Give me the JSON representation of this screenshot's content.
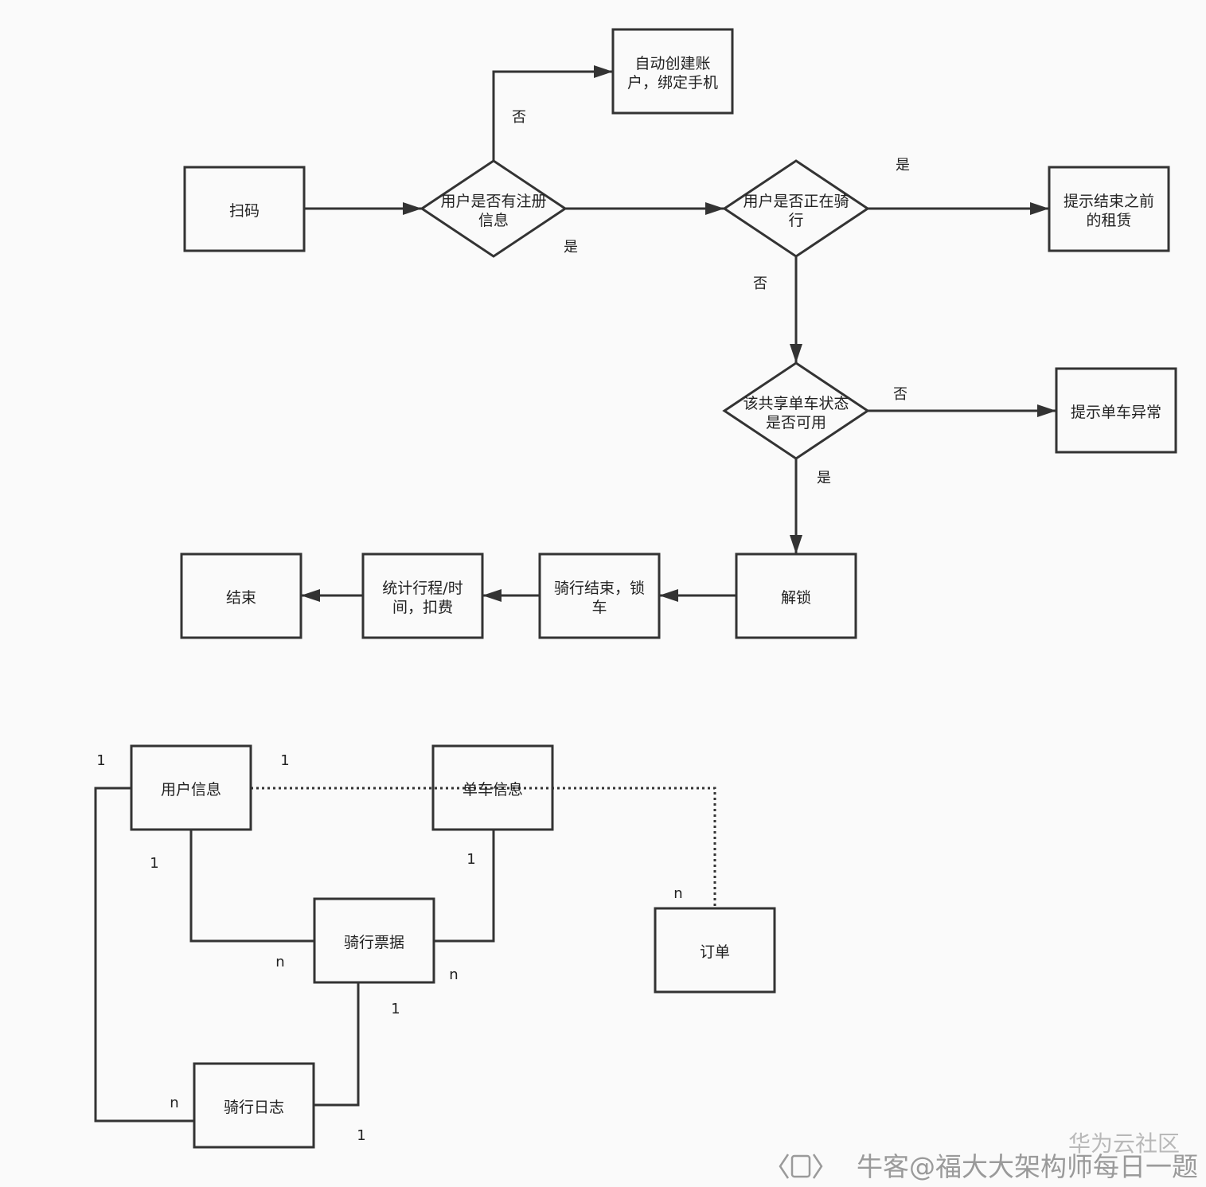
{
  "flowchart": {
    "nodes": {
      "scan": [
        "扫码"
      ],
      "registered": [
        "用户是否有注册",
        "信息"
      ],
      "create_account": [
        "自动创建账",
        "户，绑定手机"
      ],
      "riding": [
        "用户是否正在骑",
        "行"
      ],
      "prompt_prev": [
        "提示结束之前",
        "的租赁"
      ],
      "bike_ok": [
        "该共享单车状态",
        "是否可用"
      ],
      "prompt_abnormal": [
        "提示单车异常"
      ],
      "unlock": [
        "解锁"
      ],
      "ride_end": [
        "骑行结束，锁",
        "车"
      ],
      "stats": [
        "统计行程/时",
        "间，扣费"
      ],
      "end": [
        "结束"
      ]
    },
    "edge_labels": {
      "registered_no": "否",
      "registered_yes": "是",
      "riding_yes": "是",
      "riding_no": "否",
      "bike_no": "否",
      "bike_yes": "是"
    }
  },
  "er": {
    "entities": {
      "user_info": "用户信息",
      "bike_info": "单车信息",
      "ride_ticket": "骑行票据",
      "order": "订单",
      "ride_log": "骑行日志"
    },
    "cardinalities": {
      "user_log_left": "1",
      "user_order_left": "1",
      "user_ticket_top": "1",
      "bike_ticket_top": "1",
      "order_n": "n",
      "ticket_user_n": "n",
      "ticket_bike_n": "n",
      "ticket_log_1": "1",
      "log_user_n": "n",
      "log_ticket_1": "1"
    }
  },
  "watermark": {
    "line1": "华为云社区",
    "line2": "牛客@福大大架构师每日一题"
  }
}
